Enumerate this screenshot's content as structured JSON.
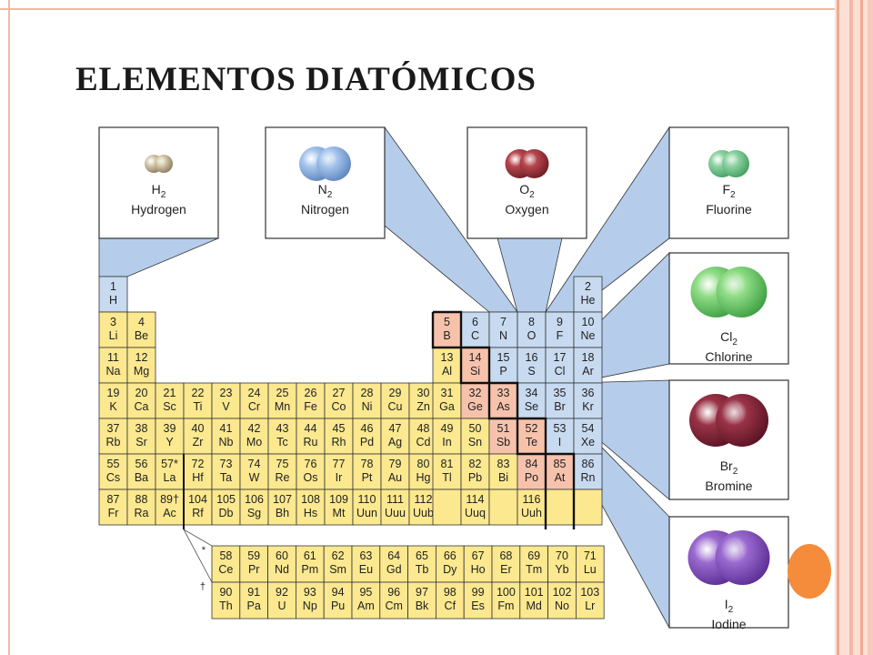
{
  "slide": {
    "title": "ELEMENTOS DIATÓMICOS"
  },
  "colors": {
    "cell_default": "#fbe88f",
    "cell_blue": "#c8daf0",
    "cell_pink": "#f7c2ac",
    "callout_fill": "#b5cdeb",
    "orange_dot": "#f58c3b",
    "frame_line": "#f3b9a3"
  },
  "molecules": [
    {
      "key": "h2",
      "formula": "H",
      "subscript": "2",
      "name": "Hydrogen",
      "color": "#d9cdb0",
      "dark": "#8c7d5e"
    },
    {
      "key": "n2",
      "formula": "N",
      "subscript": "2",
      "name": "Nitrogen",
      "color": "#a8c6ec",
      "dark": "#5d86c0"
    },
    {
      "key": "o2",
      "formula": "O",
      "subscript": "2",
      "name": "Oxygen",
      "color": "#b8474f",
      "dark": "#6e1d24"
    },
    {
      "key": "f2",
      "formula": "F",
      "subscript": "2",
      "name": "Fluorine",
      "color": "#8fd3a3",
      "dark": "#43a060"
    },
    {
      "key": "cl2",
      "formula": "Cl",
      "subscript": "2",
      "name": "Chlorine",
      "color": "#8fdc86",
      "dark": "#3ea043"
    },
    {
      "key": "br2",
      "formula": "Br",
      "subscript": "2",
      "name": "Bromine",
      "color": "#9a3347",
      "dark": "#5a1424"
    },
    {
      "key": "i2",
      "formula": "I",
      "subscript": "2",
      "name": "Iodine",
      "color": "#9a6ad0",
      "dark": "#5c2f95"
    }
  ],
  "periodic_table": {
    "rows": [
      [
        {
          "n": "1",
          "s": "H",
          "c": "blue"
        },
        null,
        null,
        null,
        null,
        null,
        null,
        null,
        null,
        null,
        null,
        null,
        null,
        null,
        null,
        null,
        null,
        {
          "n": "2",
          "s": "He",
          "c": "blue"
        }
      ],
      [
        {
          "n": "3",
          "s": "Li"
        },
        {
          "n": "4",
          "s": "Be"
        },
        null,
        null,
        null,
        null,
        null,
        null,
        null,
        null,
        null,
        null,
        {
          "n": "5",
          "s": "B",
          "c": "pink"
        },
        {
          "n": "6",
          "s": "C",
          "c": "blue"
        },
        {
          "n": "7",
          "s": "N",
          "c": "blue"
        },
        {
          "n": "8",
          "s": "O",
          "c": "blue"
        },
        {
          "n": "9",
          "s": "F",
          "c": "blue"
        },
        {
          "n": "10",
          "s": "Ne",
          "c": "blue"
        }
      ],
      [
        {
          "n": "11",
          "s": "Na"
        },
        {
          "n": "12",
          "s": "Mg"
        },
        null,
        null,
        null,
        null,
        null,
        null,
        null,
        null,
        null,
        null,
        {
          "n": "13",
          "s": "Al"
        },
        {
          "n": "14",
          "s": "Si",
          "c": "pink"
        },
        {
          "n": "15",
          "s": "P",
          "c": "blue"
        },
        {
          "n": "16",
          "s": "S",
          "c": "blue"
        },
        {
          "n": "17",
          "s": "Cl",
          "c": "blue"
        },
        {
          "n": "18",
          "s": "Ar",
          "c": "blue"
        }
      ],
      [
        {
          "n": "19",
          "s": "K"
        },
        {
          "n": "20",
          "s": "Ca"
        },
        {
          "n": "21",
          "s": "Sc"
        },
        {
          "n": "22",
          "s": "Ti"
        },
        {
          "n": "23",
          "s": "V"
        },
        {
          "n": "24",
          "s": "Cr"
        },
        {
          "n": "25",
          "s": "Mn"
        },
        {
          "n": "26",
          "s": "Fe"
        },
        {
          "n": "27",
          "s": "Co"
        },
        {
          "n": "28",
          "s": "Ni"
        },
        {
          "n": "29",
          "s": "Cu"
        },
        {
          "n": "30",
          "s": "Zn"
        },
        {
          "n": "31",
          "s": "Ga"
        },
        {
          "n": "32",
          "s": "Ge",
          "c": "pink"
        },
        {
          "n": "33",
          "s": "As",
          "c": "pink"
        },
        {
          "n": "34",
          "s": "Se",
          "c": "blue"
        },
        {
          "n": "35",
          "s": "Br",
          "c": "blue"
        },
        {
          "n": "36",
          "s": "Kr",
          "c": "blue"
        }
      ],
      [
        {
          "n": "37",
          "s": "Rb"
        },
        {
          "n": "38",
          "s": "Sr"
        },
        {
          "n": "39",
          "s": "Y"
        },
        {
          "n": "40",
          "s": "Zr"
        },
        {
          "n": "41",
          "s": "Nb"
        },
        {
          "n": "42",
          "s": "Mo"
        },
        {
          "n": "43",
          "s": "Tc"
        },
        {
          "n": "44",
          "s": "Ru"
        },
        {
          "n": "45",
          "s": "Rh"
        },
        {
          "n": "46",
          "s": "Pd"
        },
        {
          "n": "47",
          "s": "Ag"
        },
        {
          "n": "48",
          "s": "Cd"
        },
        {
          "n": "49",
          "s": "In"
        },
        {
          "n": "50",
          "s": "Sn"
        },
        {
          "n": "51",
          "s": "Sb",
          "c": "pink"
        },
        {
          "n": "52",
          "s": "Te",
          "c": "pink"
        },
        {
          "n": "53",
          "s": "I",
          "c": "blue"
        },
        {
          "n": "54",
          "s": "Xe",
          "c": "blue"
        }
      ],
      [
        {
          "n": "55",
          "s": "Cs"
        },
        {
          "n": "56",
          "s": "Ba"
        },
        {
          "n": "57*",
          "s": "La"
        },
        {
          "n": "72",
          "s": "Hf"
        },
        {
          "n": "73",
          "s": "Ta"
        },
        {
          "n": "74",
          "s": "W"
        },
        {
          "n": "75",
          "s": "Re"
        },
        {
          "n": "76",
          "s": "Os"
        },
        {
          "n": "77",
          "s": "Ir"
        },
        {
          "n": "78",
          "s": "Pt"
        },
        {
          "n": "79",
          "s": "Au"
        },
        {
          "n": "80",
          "s": "Hg"
        },
        {
          "n": "81",
          "s": "Tl"
        },
        {
          "n": "82",
          "s": "Pb"
        },
        {
          "n": "83",
          "s": "Bi"
        },
        {
          "n": "84",
          "s": "Po",
          "c": "pink"
        },
        {
          "n": "85",
          "s": "At",
          "c": "pink"
        },
        {
          "n": "86",
          "s": "Rn",
          "c": "blue"
        }
      ],
      [
        {
          "n": "87",
          "s": "Fr"
        },
        {
          "n": "88",
          "s": "Ra"
        },
        {
          "n": "89†",
          "s": "Ac"
        },
        {
          "n": "104",
          "s": "Rf"
        },
        {
          "n": "105",
          "s": "Db"
        },
        {
          "n": "106",
          "s": "Sg"
        },
        {
          "n": "107",
          "s": "Bh"
        },
        {
          "n": "108",
          "s": "Hs"
        },
        {
          "n": "109",
          "s": "Mt"
        },
        {
          "n": "110",
          "s": "Uun"
        },
        {
          "n": "111",
          "s": "Uuu"
        },
        {
          "n": "112",
          "s": "Uub"
        },
        {
          "n": "",
          "s": ""
        },
        {
          "n": "114",
          "s": "Uuq"
        },
        {
          "n": "",
          "s": ""
        },
        {
          "n": "116",
          "s": "Uuh"
        },
        {
          "n": "",
          "s": ""
        },
        {
          "n": "",
          "s": ""
        }
      ]
    ],
    "f_markers": [
      "*",
      "†"
    ],
    "f_rows": [
      [
        {
          "n": "58",
          "s": "Ce"
        },
        {
          "n": "59",
          "s": "Pr"
        },
        {
          "n": "60",
          "s": "Nd"
        },
        {
          "n": "61",
          "s": "Pm"
        },
        {
          "n": "62",
          "s": "Sm"
        },
        {
          "n": "63",
          "s": "Eu"
        },
        {
          "n": "64",
          "s": "Gd"
        },
        {
          "n": "65",
          "s": "Tb"
        },
        {
          "n": "66",
          "s": "Dy"
        },
        {
          "n": "67",
          "s": "Ho"
        },
        {
          "n": "68",
          "s": "Er"
        },
        {
          "n": "69",
          "s": "Tm"
        },
        {
          "n": "70",
          "s": "Yb"
        },
        {
          "n": "71",
          "s": "Lu"
        }
      ],
      [
        {
          "n": "90",
          "s": "Th"
        },
        {
          "n": "91",
          "s": "Pa"
        },
        {
          "n": "92",
          "s": "U"
        },
        {
          "n": "93",
          "s": "Np"
        },
        {
          "n": "94",
          "s": "Pu"
        },
        {
          "n": "95",
          "s": "Am"
        },
        {
          "n": "96",
          "s": "Cm"
        },
        {
          "n": "97",
          "s": "Bk"
        },
        {
          "n": "98",
          "s": "Cf"
        },
        {
          "n": "99",
          "s": "Es"
        },
        {
          "n": "100",
          "s": "Fm"
        },
        {
          "n": "101",
          "s": "Md"
        },
        {
          "n": "102",
          "s": "No"
        },
        {
          "n": "103",
          "s": "Lr"
        }
      ]
    ]
  }
}
